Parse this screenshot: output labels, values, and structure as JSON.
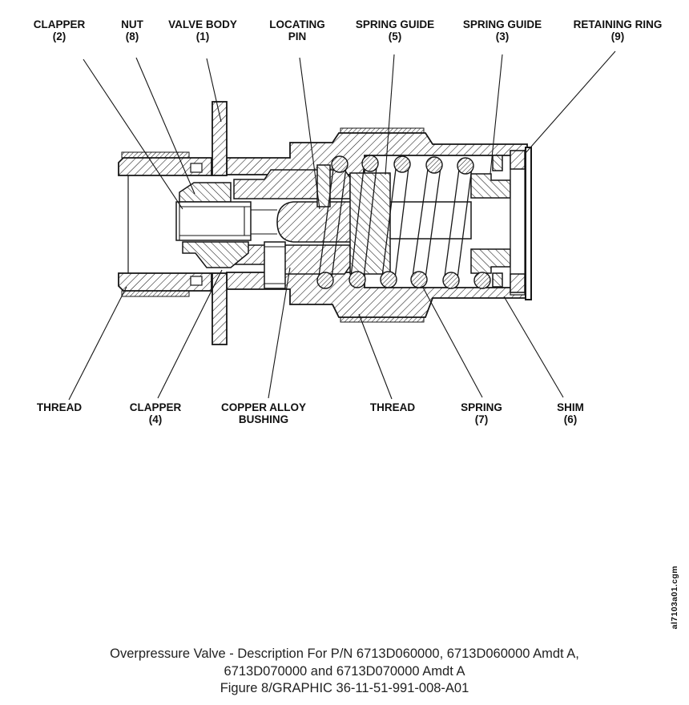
{
  "page": {
    "background": "#ffffff",
    "ink": "#161616"
  },
  "figure": {
    "caption_line1": "Overpressure Valve - Description For P/N 6713D060000, 6713D060000 Amdt A,",
    "caption_line2": "6713D070000 and 6713D070000 Amdt A",
    "caption_line3": "Figure 8/GRAPHIC 36-11-51-991-008-A01",
    "file_ref": "al7103a01.cgm"
  },
  "callouts": {
    "top": [
      {
        "id": "clapper-2",
        "text": "CLAPPER",
        "num": "(2)"
      },
      {
        "id": "nut-8",
        "text": "NUT",
        "num": "(8)"
      },
      {
        "id": "valve-body-1",
        "text": "VALVE BODY",
        "num": "(1)"
      },
      {
        "id": "locating-pin",
        "text": "LOCATING",
        "num": "PIN"
      },
      {
        "id": "spring-guide-5",
        "text": "SPRING GUIDE",
        "num": "(5)"
      },
      {
        "id": "spring-guide-3",
        "text": "SPRING GUIDE",
        "num": "(3)"
      },
      {
        "id": "retaining-ring-9",
        "text": "RETAINING RING",
        "num": "(9)"
      }
    ],
    "bottom": [
      {
        "id": "thread-left",
        "text": "THREAD",
        "num": ""
      },
      {
        "id": "clapper-4",
        "text": "CLAPPER",
        "num": "(4)"
      },
      {
        "id": "copper-alloy-bushing",
        "text": "COPPER ALLOY",
        "num": "BUSHING"
      },
      {
        "id": "thread-right",
        "text": "THREAD",
        "num": ""
      },
      {
        "id": "spring-7",
        "text": "SPRING",
        "num": "(7)"
      },
      {
        "id": "shim-6",
        "text": "SHIM",
        "num": "(6)"
      }
    ]
  }
}
